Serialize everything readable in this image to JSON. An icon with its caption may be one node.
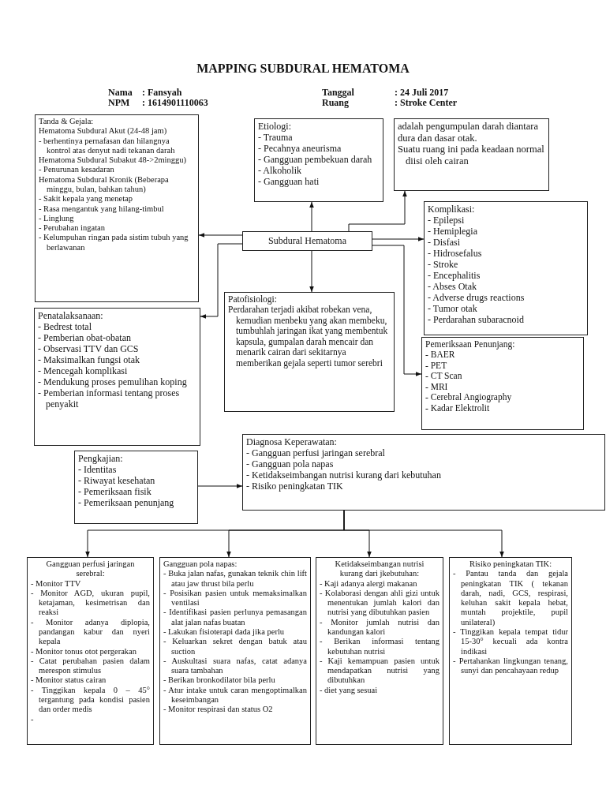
{
  "diagram": {
    "title": "MAPPING SUBDURAL HEMATOMA",
    "nodes": [
      {
        "text": [
          "Tanda & Gejala:",
          "Hematoma Subdural Akut (24-48 jam)",
          "- berhentinya pernafasan dan hilangnya kontrol atas denyut nadi tekanan darah",
          "Hematoma Subdural Subakut 48->2minggu)",
          "- Penurunan kesadaran",
          "Hematoma Subdural Kronik (Beberapa minggu, bulan, bahkan tahun)",
          "- Sakit kepala yang menetap",
          "- Rasa mengantuk yang hilang-timbul",
          "- Linglung",
          "- Perubahan ingatan",
          "- Kelumpuhan ringan pada sistim tubuh yang berlawanan"
        ]
      },
      {
        "text": [
          "Etiologi:",
          "- Trauma",
          "- Pecahnya aneurisma",
          "- Gangguan pembekuan darah",
          "- Alkoholik",
          "- Gangguan hati"
        ]
      },
      {
        "text": [
          "adalah pengumpulan darah diantara dura dan dasar otak.",
          "Suatu ruang ini pada keadaan normal diisi oleh cairan"
        ]
      },
      {
        "text": [
          "Subdural Hematoma"
        ]
      },
      {
        "text": [
          "Komplikasi:",
          "- Epilepsi",
          "- Hemiplegia",
          "- Disfasi",
          "- Hidrosefalus",
          "- Stroke",
          "- Encephalitis",
          "- Abses Otak",
          "- Adverse drugs reactions",
          "- Tumor otak",
          "- Perdarahan subaracnoid"
        ]
      },
      {
        "text": [
          "Patofisiologi:",
          "Perdarahan terjadi akibat robekan vena, kemudian menbeku yang akan membeku, tumbuhlah jaringan ikat yang membentuk kapsula, gumpalan darah mencair dan menarik cairan dari sekitarnya memberikan gejala seperti tumor serebri"
        ]
      },
      {
        "text": [
          "Penatalaksanaan:",
          "- Bedrest total",
          "- Pemberian obat-obatan",
          "- Observasi TTV dan GCS",
          "- Maksimalkan fungsi otak",
          "- Mencegah komplikasi",
          "- Mendukung proses pemulihan koping",
          "- Pemberian informasi tentang proses penyakit"
        ]
      },
      {
        "text": [
          "Pemeriksaan Penunjang:",
          "- BAER",
          "- PET",
          "- CT Scan",
          "- MRI",
          "- Cerebral Angiography",
          "- Kadar Elektrolit"
        ]
      },
      {
        "text": [
          "Diagnosa Keperawatan:",
          "- Gangguan perfusi jaringan serebral",
          "- Gangguan pola napas",
          "- Ketidakseimbangan nutrisi kurang dari kebutuhan",
          "- Risiko peningkatan TIK"
        ]
      },
      {
        "text": [
          "Pengkajian:",
          "- Identitas",
          "- Riwayat kesehatan",
          "- Pemeriksaan fisik",
          "- Pemeriksaan penunjang"
        ]
      },
      {
        "text": [
          "Gangguan perfusi jaringan serebral:",
          "- Monitor TTV",
          "- Monitor AGD, ukuran pupil, ketajaman, kesimetrisan dan reaksi",
          "- Monitor adanya diplopia, pandangan kabur dan nyeri kepala",
          "- Monitor tonus otot pergerakan",
          "- Catat perubahan pasien dalam merespon stimulus",
          "- Monitor status cairan",
          "- Tinggikan kepala 0 – 45° tergantung pada kondisi pasien dan order medis",
          "-"
        ]
      },
      {
        "text": [
          "Gangguan pola napas:",
          "- Buka jalan nafas, gunakan teknik chin lift atau jaw thrust bila perlu",
          "- Posisikan pasien untuk memaksimalkan ventilasi",
          "- Identifikasi pasien perlunya pemasangan alat jalan nafas buatan",
          "- Lakukan fisioterapi dada jika perlu",
          "- Keluarkan sekret dengan batuk atau suction",
          "- Auskultasi suara nafas, catat adanya suara tambahan",
          "- Berikan bronkodilator bila perlu",
          "- Atur intake untuk caran mengoptimalkan keseimbangan",
          "- Monitor respirasi dan status O2"
        ]
      },
      {
        "text": [
          "Ketidakseimbangan nutrisi kurang dari jkebutuhan:",
          "- Kaji adanya alergi makanan",
          "- Kolaborasi dengan ahli gizi untuk menentukan jumlah kalori dan nutrisi yang dibutuhkan pasien",
          "- Monitor jumlah nutrisi dan kandungan kalori",
          "- Berikan informasi tentang kebutuhan nutrisi",
          "- Kaji kemampuan pasien untuk mendapatkan nutrisi yang dibutuhkan",
          "- diet yang sesuai"
        ]
      },
      {
        "text": [
          "Risiko peningkatan TIK:",
          "- Pantau tanda dan gejala peningkatan TIK ( tekanan darah, nadi, GCS, respirasi, keluhan sakit kepala hebat, muntah projektile, pupil unilateral)",
          "- Tinggikan kepala tempat tidur 15-30° kecuali ada kontra indikasi",
          "- Pertahankan lingkungan tenang, sunyi dan pencahayaan redup"
        ]
      }
    ],
    "edges": [
      {
        "from": 3,
        "to": 0,
        "arrow": "to"
      },
      {
        "from": 3,
        "to": 1,
        "arrow": "to"
      },
      {
        "from": 3,
        "to": 2,
        "arrow": "to"
      },
      {
        "from": 3,
        "to": 4,
        "arrow": "to"
      },
      {
        "from": 3,
        "to": 5,
        "arrow": "to"
      },
      {
        "from": 3,
        "to": 6,
        "arrow": "to"
      },
      {
        "from": 3,
        "to": 7,
        "arrow": "to"
      },
      {
        "from": 9,
        "to": 8,
        "arrow": "to"
      },
      {
        "from": 8,
        "to": 10,
        "arrow": "to"
      },
      {
        "from": 8,
        "to": 11,
        "arrow": "to"
      },
      {
        "from": 8,
        "to": 12,
        "arrow": "to"
      },
      {
        "from": 8,
        "to": 13,
        "arrow": "to"
      }
    ],
    "labels": [
      "Nama",
      ": Fansyah",
      "Tanggal",
      ": 24 Juli 2017",
      "NPM",
      ": 1614901110063",
      "Ruang",
      ": Stroke Center"
    ]
  }
}
